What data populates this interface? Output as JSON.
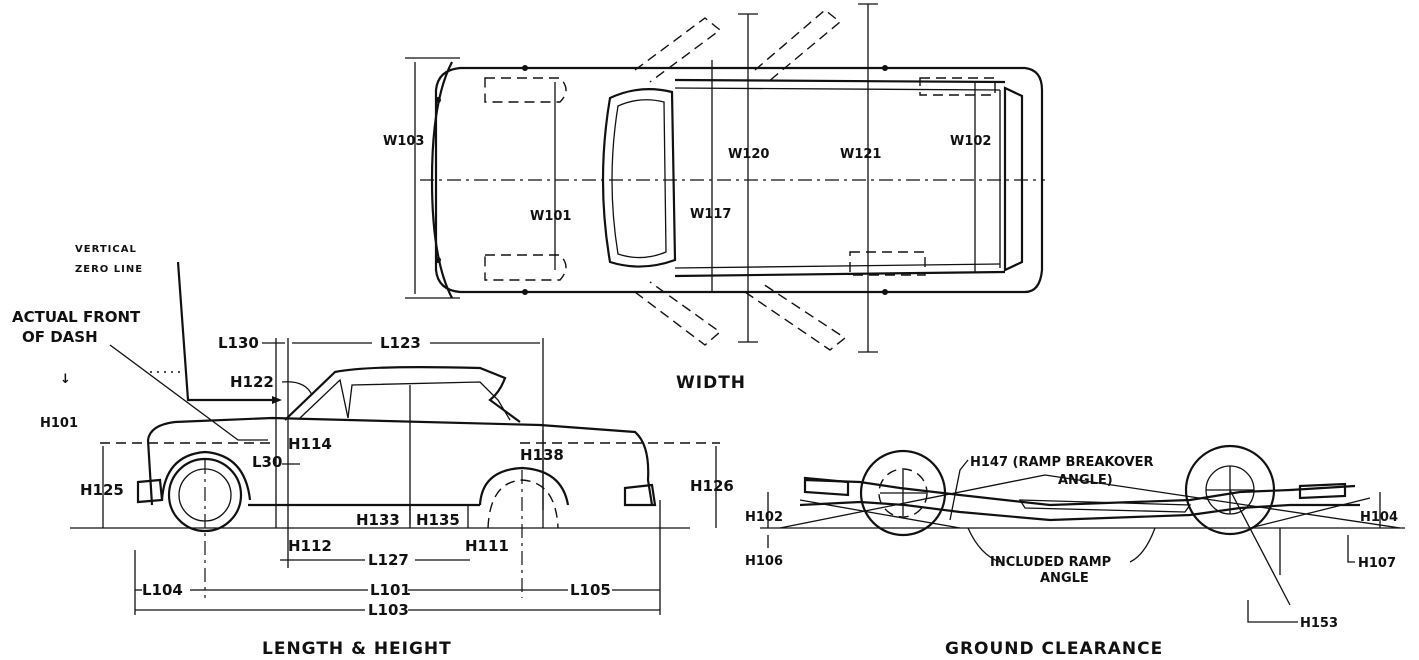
{
  "views": {
    "width_title": "WIDTH",
    "length_title": "LENGTH & HEIGHT",
    "ground_title": "GROUND CLEARANCE"
  },
  "width_labels": {
    "w103": "W103",
    "w101": "W101",
    "w117": "W117",
    "w120": "W120",
    "w121": "W121",
    "w102": "W102"
  },
  "length_labels": {
    "vertical_zero_1": "VERTICAL",
    "vertical_zero_2": "ZERO LINE",
    "front_dash_1": "ACTUAL FRONT",
    "front_dash_2": "OF DASH",
    "l130": "L130",
    "l123": "L123",
    "h122": "H122",
    "h101": "H101",
    "h114": "H114",
    "l30": "L30",
    "h125": "H125",
    "h138": "H138",
    "h126": "H126",
    "h133": "H133",
    "h135": "H135",
    "h112": "H112",
    "l127": "L127",
    "h111": "H111",
    "l104": "L104",
    "l101": "L101",
    "l105": "L105",
    "l103": "L103"
  },
  "ground_labels": {
    "h147_1": "H147 (RAMP BREAKOVER",
    "h147_2": "ANGLE)",
    "h102": "H102",
    "h104": "H104",
    "h106": "H106",
    "h107": "H107",
    "ramp_1": "INCLUDED RAMP",
    "ramp_2": "ANGLE",
    "h153": "H153"
  }
}
